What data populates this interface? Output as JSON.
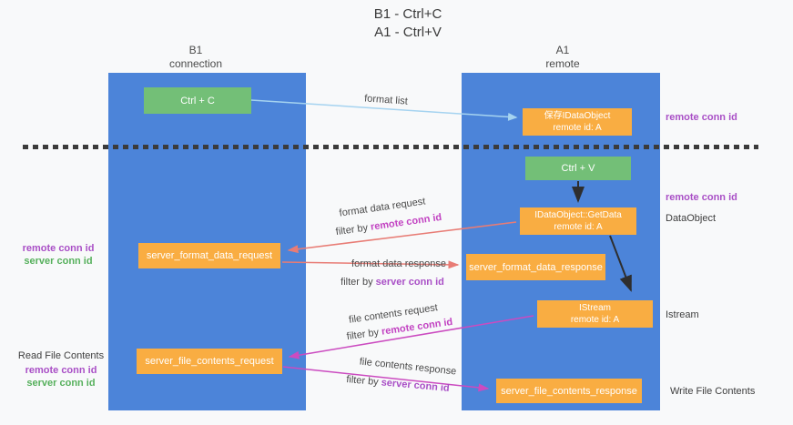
{
  "title": {
    "line1": "B1 - Ctrl+C",
    "line2": "A1 - Ctrl+V"
  },
  "columns": {
    "left": {
      "name": "B1",
      "role": "connection"
    },
    "right": {
      "name": "A1",
      "role": "remote"
    }
  },
  "nodes": {
    "ctrl_c": {
      "label": "Ctrl + C"
    },
    "save_idataobject": {
      "line1": "保存IDataObject",
      "line2": "remote id: A"
    },
    "ctrl_v": {
      "label": "Ctrl + V"
    },
    "getdata": {
      "line1": "IDataObject::GetData",
      "line2": "remote id: A"
    },
    "server_format_data_request": {
      "label": "server_format_data_request"
    },
    "server_format_data_response": {
      "label": "server_format_data_response"
    },
    "istream": {
      "line1": "IStream",
      "line2": "remote id: A"
    },
    "server_file_contents_request": {
      "label": "server_file_contents_request"
    },
    "server_file_contents_response": {
      "label": "server_file_contents_response"
    }
  },
  "arrow_labels": {
    "format_list": "format list",
    "format_data_request": "format data request",
    "format_data_response": "format data response",
    "file_contents_request": "file contents request",
    "file_contents_response": "file contents response",
    "filter_by": "filter by ",
    "remote_conn_id": "remote conn id",
    "server_conn_id": "server conn id"
  },
  "side_labels": {
    "remote_conn_id_top": "remote conn id",
    "remote_conn_id_mid": "remote conn id",
    "dataobject": "DataObject",
    "istream": "Istream",
    "write_file_contents": "Write File Contents",
    "read_file_contents": "Read File Contents",
    "left_mid_remote": "remote conn id",
    "left_mid_server": "server conn id",
    "left_bottom_remote": "remote conn id",
    "left_bottom_server": "server conn id"
  },
  "colors": {
    "column_blue": "#4c84d9",
    "node_orange": "#f9ad42",
    "node_green": "#73bf77",
    "purple_label": "#a94fc6",
    "magenta_label": "#c243c2",
    "green_label": "#56b05c",
    "red_arrow": "#e87c75",
    "magenta_arrow": "#cb4bc0",
    "blue_arrow": "#a5d3f0",
    "black_arrow": "#2e2e2e",
    "dash_line": "#3b3b3b"
  }
}
